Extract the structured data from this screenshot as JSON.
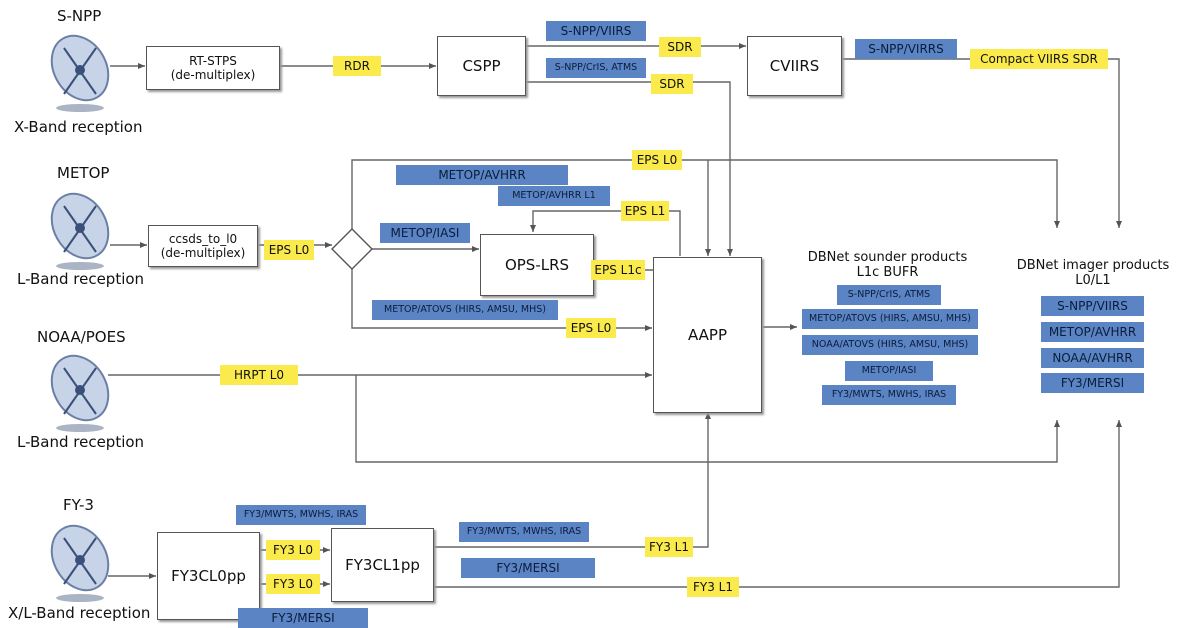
{
  "sources": [
    {
      "name": "S-NPP",
      "reception": "X-Band reception"
    },
    {
      "name": "METOP",
      "reception": "L-Band reception"
    },
    {
      "name": "NOAA/POES",
      "reception": "L-Band reception"
    },
    {
      "name": "FY-3",
      "reception": "X/L-Band reception"
    }
  ],
  "boxes": {
    "rtstps": [
      "RT-STPS",
      "(de-multiplex)"
    ],
    "cspp": "CSPP",
    "cviirs": "CVIIRS",
    "ccsds": [
      "ccsds_to_l0",
      "(de-multiplex)"
    ],
    "opslrs": "OPS-LRS",
    "aapp": "AAPP",
    "fy3cl0pp": "FY3CL0pp",
    "fy3cl1pp": "FY3CL1pp"
  },
  "flow_labels": {
    "rdr": "RDR",
    "snpp_viirs": "S-NPP/VIIRS",
    "sdr_viirs": "SDR",
    "snpp_crisatms": "S-NPP/CrIS, ATMS",
    "sdr_cris": "SDR",
    "snpp_virrs": "S-NPP/VIRRS",
    "compact_viirs": "Compact VIIRS SDR",
    "metop_avhrr": "METOP/AVHRR",
    "eps_l0_top": "EPS L0",
    "metop_avhrr_l1": "METOP/AVHRR L1",
    "eps_l1": "EPS L1",
    "eps_l0_in": "EPS L0",
    "metop_iasi": "METOP/IASI",
    "eps_l1c": "EPS L1c",
    "metop_atovs": "METOP/ATOVS (HIRS, AMSU, MHS)",
    "eps_l0_atovs": "EPS L0",
    "hrpt_l0": "HRPT L0",
    "fy3_mwts_top": "FY3/MWTS, MWHS, IRAS",
    "fy3_l0_a": "FY3 L0",
    "fy3_l0_b": "FY3 L0",
    "fy3_mersi_bottom": "FY3/MERSI",
    "fy3_mwts_mid": "FY3/MWTS, MWHS, IRAS",
    "fy3_l1_a": "FY3 L1",
    "fy3_mersi_mid": "FY3/MERSI",
    "fy3_l1_b": "FY3 L1"
  },
  "sounder_products": {
    "title": [
      "DBNet sounder products",
      "L1c BUFR"
    ],
    "items": [
      "S-NPP/CrIS, ATMS",
      "METOP/ATOVS (HIRS, AMSU, MHS)",
      "NOAA/ATOVS (HIRS, AMSU, MHS)",
      "METOP/IASI",
      "FY3/MWTS, MWHS, IRAS"
    ]
  },
  "imager_products": {
    "title": [
      "DBNet imager products",
      "L0/L1"
    ],
    "items": [
      "S-NPP/VIIRS",
      "METOP/AVHRR",
      "NOAA/AVHRR",
      "FY3/MERSI"
    ]
  },
  "colors": {
    "blue_tag": "#5b84c4",
    "yellow_tag": "#fbea4c",
    "line": "#666666"
  }
}
